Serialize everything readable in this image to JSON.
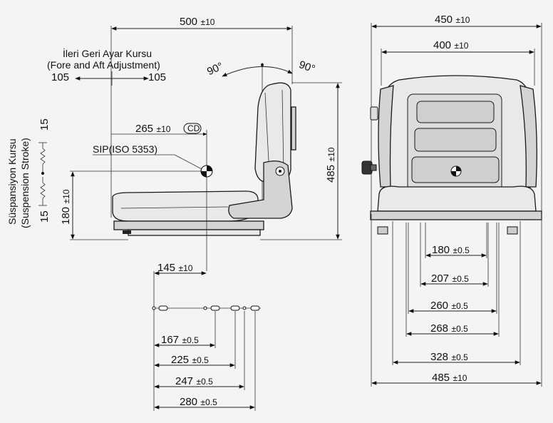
{
  "side_view": {
    "overall_length": "500",
    "overall_length_tol": "±10",
    "fore_aft_title_tr": "İleri Geri Ayar Kursu",
    "fore_aft_title_en": "(Fore and Aft Adjustment)",
    "fore_aft_left": "105",
    "fore_aft_right": "105",
    "angle_left": "90°",
    "angle_right": "90°",
    "sip_distance": "265",
    "sip_distance_tol": "±10",
    "sip_badge": "CD",
    "sip_label": "SIP(ISO 5353)",
    "overall_height": "485",
    "overall_height_tol": "±10",
    "sip_height": "180",
    "sip_height_tol": "±10",
    "suspension_title_tr": "Süspansiyon Kursu",
    "suspension_title_en": "(Suspension Stroke)",
    "suspension_up": "15",
    "suspension_down": "15"
  },
  "rail_view": {
    "offset": "145",
    "offset_tol": "±10",
    "dims": [
      {
        "value": "167",
        "tol": "±0.5"
      },
      {
        "value": "225",
        "tol": "±0.5"
      },
      {
        "value": "247",
        "tol": "±0.5"
      },
      {
        "value": "280",
        "tol": "±0.5"
      }
    ]
  },
  "front_view": {
    "top_width": "450",
    "top_width_tol": "±10",
    "back_width": "400",
    "back_width_tol": "±10",
    "dims": [
      {
        "value": "180",
        "tol": "±0.5"
      },
      {
        "value": "207",
        "tol": "±0.5"
      },
      {
        "value": "260",
        "tol": "±0.5"
      },
      {
        "value": "268",
        "tol": "±0.5"
      },
      {
        "value": "328",
        "tol": "±0.5"
      },
      {
        "value": "485",
        "tol": "±10"
      }
    ]
  }
}
